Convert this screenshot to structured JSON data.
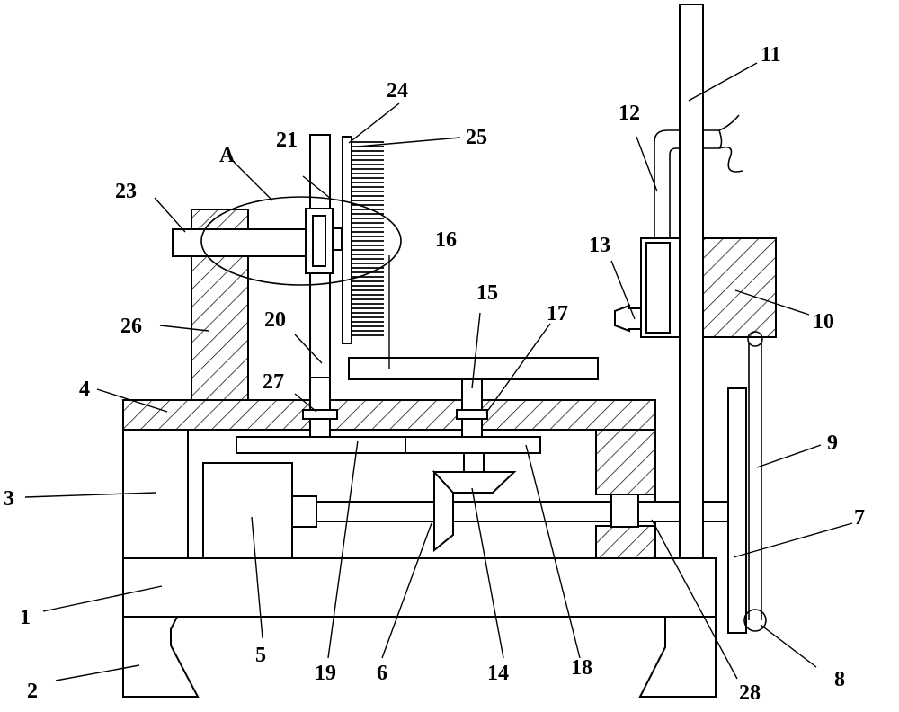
{
  "figure": {
    "labels": [
      {
        "id": "1",
        "text": "1"
      },
      {
        "id": "2",
        "text": "2"
      },
      {
        "id": "3",
        "text": "3"
      },
      {
        "id": "4",
        "text": "4"
      },
      {
        "id": "5",
        "text": "5"
      },
      {
        "id": "6",
        "text": "6"
      },
      {
        "id": "7",
        "text": "7"
      },
      {
        "id": "8",
        "text": "8"
      },
      {
        "id": "9",
        "text": "9"
      },
      {
        "id": "10",
        "text": "10"
      },
      {
        "id": "11",
        "text": "11"
      },
      {
        "id": "12",
        "text": "12"
      },
      {
        "id": "13",
        "text": "13"
      },
      {
        "id": "14",
        "text": "14"
      },
      {
        "id": "15",
        "text": "15"
      },
      {
        "id": "16",
        "text": "16"
      },
      {
        "id": "17",
        "text": "17"
      },
      {
        "id": "18",
        "text": "18"
      },
      {
        "id": "19",
        "text": "19"
      },
      {
        "id": "20",
        "text": "20"
      },
      {
        "id": "21",
        "text": "21"
      },
      {
        "id": "23",
        "text": "23"
      },
      {
        "id": "24",
        "text": "24"
      },
      {
        "id": "25",
        "text": "25"
      },
      {
        "id": "26",
        "text": "26"
      },
      {
        "id": "27",
        "text": "27"
      },
      {
        "id": "28",
        "text": "28"
      },
      {
        "id": "A",
        "text": "A"
      }
    ]
  }
}
